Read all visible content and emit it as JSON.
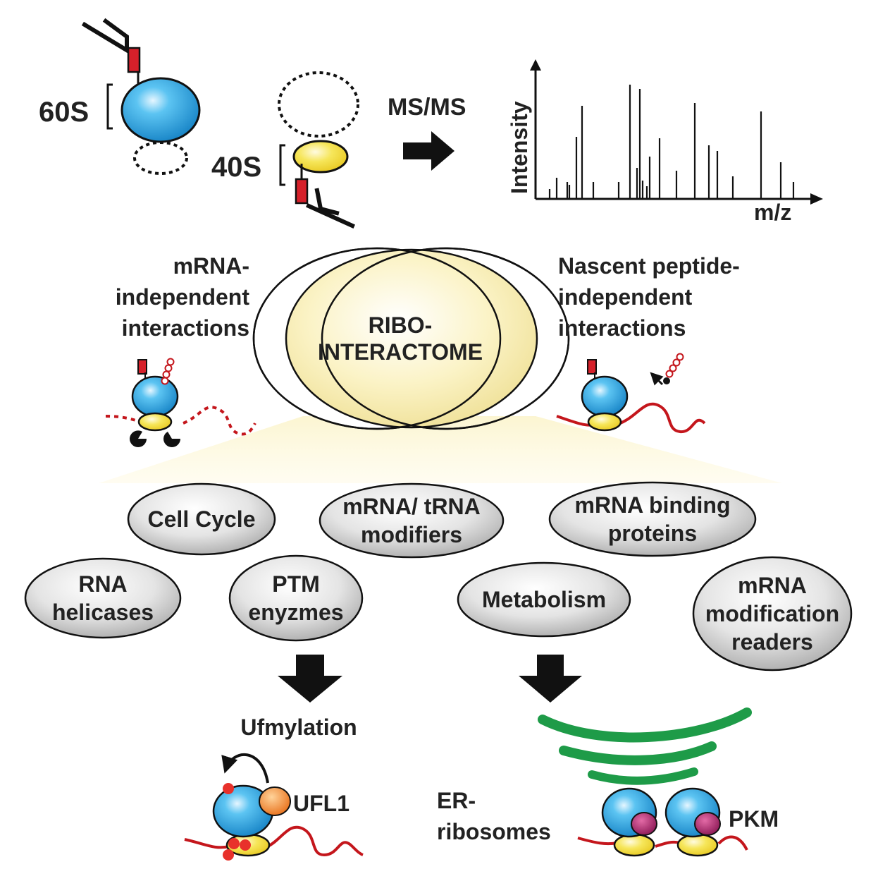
{
  "top": {
    "label_60s": "60S",
    "label_40s": "40S",
    "method_label": "MS/MS",
    "spectrum": {
      "y_axis_label": "Intensity",
      "x_axis_label": "m/z"
    }
  },
  "venn": {
    "center_label_line1": "RIBO-",
    "center_label_line2": "INTERACTOME",
    "left_label": [
      "mRNA-",
      "independent",
      "interactions"
    ],
    "right_label": [
      "Nascent peptide-",
      "independent",
      "interactions"
    ]
  },
  "categories": [
    {
      "id": "cell-cycle",
      "lines": [
        "Cell Cycle"
      ]
    },
    {
      "id": "mrna-trna-modifiers",
      "lines": [
        "mRNA/ tRNA",
        "modifiers"
      ]
    },
    {
      "id": "mrna-binding-proteins",
      "lines": [
        "mRNA binding",
        "proteins"
      ]
    },
    {
      "id": "rna-helicases",
      "lines": [
        "RNA",
        "helicases"
      ]
    },
    {
      "id": "ptm-enzymes",
      "lines": [
        "PTM",
        "enyzmes"
      ]
    },
    {
      "id": "metabolism",
      "lines": [
        "Metabolism"
      ]
    },
    {
      "id": "mrna-modification-readers",
      "lines": [
        "mRNA",
        "modification",
        "readers"
      ]
    }
  ],
  "bottom": {
    "ufmylation_title": "Ufmylation",
    "ufl1_label": "UFL1",
    "er_label": [
      "ER-",
      "ribosomes"
    ],
    "pkm_label": "PKM"
  },
  "colors": {
    "ribosome_60s": "#1a9ad6",
    "ribosome_40s": "#f2df3a",
    "flag_tag": "#d6202a",
    "mrna": "#c4161c",
    "er_membrane": "#1e9b48",
    "ufl1": "#f28a1e",
    "pkm": "#9c1f63",
    "ufm1_dots": "#e8312b",
    "category_bubble": "#cfcfcf",
    "venn_fill": "#f7eba8"
  }
}
